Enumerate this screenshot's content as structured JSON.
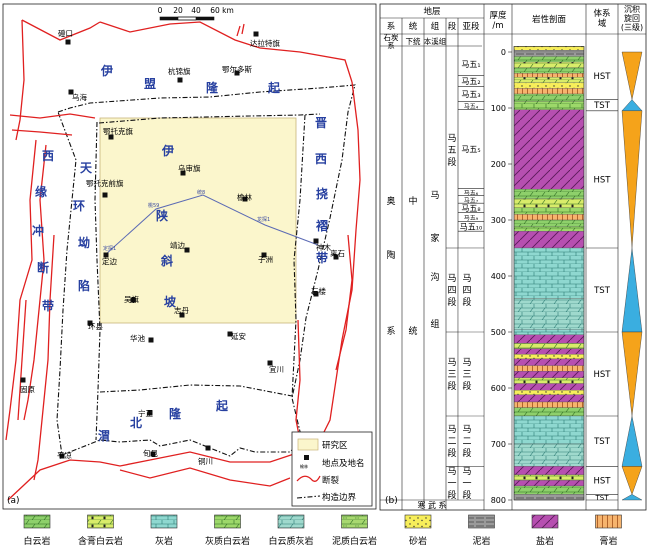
{
  "panel_labels": {
    "a": "(a)",
    "b": "(b)"
  },
  "map": {
    "scale": {
      "ticks": [
        "0",
        "20",
        "40",
        "60 km"
      ]
    },
    "colors": {
      "study_area_fill": "#fbf6cc",
      "fault": "#e02020",
      "boundary": "#111111",
      "region_text": "#2740a0",
      "section_line": "#5b6ab4"
    },
    "regions": [
      {
        "id": "yimeng-uplift",
        "chars": [
          "伊",
          "盟",
          "隆",
          "起"
        ]
      },
      {
        "id": "jinxi-fold-belt",
        "chars": [
          "晋",
          "西",
          "挠",
          "褶",
          "带"
        ]
      },
      {
        "id": "western-thrust",
        "chars": [
          "西",
          "缘",
          "冲",
          "断",
          "带"
        ]
      },
      {
        "id": "tianhuan-depression",
        "chars": [
          "天",
          "环",
          "坳",
          "陷"
        ]
      },
      {
        "id": "yishan-slope",
        "chars": [
          "伊",
          "陕",
          "斜",
          "坡"
        ]
      },
      {
        "id": "weibei-uplift",
        "chars": [
          "渭",
          "北",
          "隆",
          "起"
        ]
      }
    ],
    "places": [
      {
        "name": "磴口"
      },
      {
        "name": "达拉特旗"
      },
      {
        "name": "杭锦旗"
      },
      {
        "name": "鄂尔多斯"
      },
      {
        "name": "乌海"
      },
      {
        "name": "鄂托克旗"
      },
      {
        "name": "乌审旗"
      },
      {
        "name": "鄂托克前旗"
      },
      {
        "name": "榆林"
      },
      {
        "name": "神木"
      },
      {
        "name": "靖边"
      },
      {
        "name": "定边"
      },
      {
        "name": "子洲"
      },
      {
        "name": "离石"
      },
      {
        "name": "石楼"
      },
      {
        "name": "吴旗"
      },
      {
        "name": "志丹"
      },
      {
        "name": "环县"
      },
      {
        "name": "华池"
      },
      {
        "name": "延安"
      },
      {
        "name": "固原"
      },
      {
        "name": "宜川"
      },
      {
        "name": "宁正"
      },
      {
        "name": "平凉"
      },
      {
        "name": "旬邑"
      },
      {
        "name": "铜川"
      }
    ],
    "wells": [
      "定探1",
      "桃59",
      "统8",
      "龙探1"
    ],
    "legend": {
      "study_area": "研究区",
      "place": "地点及地名",
      "place_sample_glyph": "榆林",
      "fault": "断裂",
      "boundary": "构造边界"
    }
  },
  "column": {
    "header": {
      "strata": "地层",
      "system": "系",
      "series": "统",
      "group": "组",
      "member": "段",
      "submember": "亚段",
      "thickness": "厚度/m",
      "lithology": "岩性剖面",
      "system_tract": "体系域",
      "cycle": "沉积旋回(三级)"
    },
    "top_row": {
      "system": "石炭系",
      "series": "下统",
      "group": "本溪组"
    },
    "system_value": [
      "奥",
      "陶",
      "系"
    ],
    "series_value": [
      "中",
      "统"
    ],
    "group_value": [
      "马",
      "家",
      "沟",
      "组"
    ],
    "members": [
      {
        "label": [
          "马",
          "五",
          "段"
        ],
        "top_m": 0,
        "bottom_m": 350
      },
      {
        "label": [
          "马",
          "四",
          "段"
        ],
        "top_m": 350,
        "bottom_m": 500
      },
      {
        "label": [
          "马",
          "三",
          "段"
        ],
        "top_m": 500,
        "bottom_m": 650
      },
      {
        "label": [
          "马",
          "二",
          "段"
        ],
        "top_m": 650,
        "bottom_m": 740
      },
      {
        "label": [
          "马",
          "一",
          "段"
        ],
        "top_m": 740,
        "bottom_m": 800
      }
    ],
    "submembers": [
      {
        "label": "马五₁",
        "top_m": 0,
        "bottom_m": 42
      },
      {
        "label": "马五₂",
        "top_m": 42,
        "bottom_m": 62
      },
      {
        "label": "马五₃",
        "top_m": 62,
        "bottom_m": 88
      },
      {
        "label": "马五₄",
        "top_m": 88,
        "bottom_m": 103
      },
      {
        "label": "马五₅",
        "top_m": 103,
        "bottom_m": 244
      },
      {
        "label": "马五₆",
        "top_m": 244,
        "bottom_m": 256
      },
      {
        "label": "马五₇",
        "top_m": 256,
        "bottom_m": 270
      },
      {
        "label": "马五₈",
        "top_m": 270,
        "bottom_m": 287
      },
      {
        "label": "马五₉",
        "top_m": 287,
        "bottom_m": 303
      },
      {
        "label": "马五₁₀",
        "top_m": 303,
        "bottom_m": 320
      }
    ],
    "depth_ticks": [
      "0",
      "100",
      "200",
      "300",
      "400",
      "500",
      "600",
      "700",
      "800"
    ],
    "depth_range_m": [
      0,
      800
    ],
    "bottom_label": "寒 武 系",
    "system_tracts": [
      {
        "label": "HST",
        "top_m": 0,
        "bottom_m": 85
      },
      {
        "label": "TST",
        "top_m": 85,
        "bottom_m": 105
      },
      {
        "label": "HST",
        "top_m": 105,
        "bottom_m": 350
      },
      {
        "label": "TST",
        "top_m": 350,
        "bottom_m": 500
      },
      {
        "label": "HST",
        "top_m": 500,
        "bottom_m": 650
      },
      {
        "label": "TST",
        "top_m": 650,
        "bottom_m": 740
      },
      {
        "label": "HST",
        "top_m": 740,
        "bottom_m": 790
      },
      {
        "label": "TST",
        "top_m": 790,
        "bottom_m": 800
      }
    ],
    "cycles": [
      {
        "top_m": 0,
        "bottom_m": 105,
        "shape": "hour"
      },
      {
        "top_m": 105,
        "bottom_m": 500,
        "shape": "hour"
      },
      {
        "top_m": 500,
        "bottom_m": 740,
        "shape": "hour"
      },
      {
        "top_m": 740,
        "bottom_m": 800,
        "shape": "hour"
      }
    ],
    "lith_layers": [
      {
        "top_m": -10,
        "bottom_m": -3,
        "lith": "sand"
      },
      {
        "top_m": -3,
        "bottom_m": 0,
        "lith": "mud"
      },
      {
        "top_m": 0,
        "bottom_m": 8,
        "lith": "mud"
      },
      {
        "top_m": 8,
        "bottom_m": 18,
        "lith": "dol"
      },
      {
        "top_m": 18,
        "bottom_m": 28,
        "lith": "gypdol"
      },
      {
        "top_m": 28,
        "bottom_m": 38,
        "lith": "dol"
      },
      {
        "top_m": 38,
        "bottom_m": 45,
        "lith": "gyp"
      },
      {
        "top_m": 45,
        "bottom_m": 55,
        "lith": "gypdol"
      },
      {
        "top_m": 55,
        "bottom_m": 65,
        "lith": "sand"
      },
      {
        "top_m": 65,
        "bottom_m": 75,
        "lith": "gyp"
      },
      {
        "top_m": 75,
        "bottom_m": 88,
        "lith": "dol"
      },
      {
        "top_m": 88,
        "bottom_m": 103,
        "lith": "lmdol"
      },
      {
        "top_m": 103,
        "bottom_m": 245,
        "lith": "salt"
      },
      {
        "top_m": 245,
        "bottom_m": 262,
        "lith": "dol"
      },
      {
        "top_m": 262,
        "bottom_m": 278,
        "lith": "gypdol"
      },
      {
        "top_m": 278,
        "bottom_m": 290,
        "lith": "lmdol"
      },
      {
        "top_m": 290,
        "bottom_m": 300,
        "lith": "gyp"
      },
      {
        "top_m": 300,
        "bottom_m": 312,
        "lith": "dol"
      },
      {
        "top_m": 312,
        "bottom_m": 320,
        "lith": "lmdol"
      },
      {
        "top_m": 320,
        "bottom_m": 350,
        "lith": "salt"
      },
      {
        "top_m": 350,
        "bottom_m": 440,
        "lith": "lime"
      },
      {
        "top_m": 440,
        "bottom_m": 495,
        "lith": "doll"
      },
      {
        "top_m": 495,
        "bottom_m": 505,
        "lith": "lime"
      },
      {
        "top_m": 505,
        "bottom_m": 520,
        "lith": "salt"
      },
      {
        "top_m": 520,
        "bottom_m": 530,
        "lith": "gypdol"
      },
      {
        "top_m": 530,
        "bottom_m": 540,
        "lith": "salt"
      },
      {
        "top_m": 540,
        "bottom_m": 548,
        "lith": "sand"
      },
      {
        "top_m": 548,
        "bottom_m": 560,
        "lith": "salt"
      },
      {
        "top_m": 560,
        "bottom_m": 570,
        "lith": "gyp"
      },
      {
        "top_m": 570,
        "bottom_m": 582,
        "lith": "salt"
      },
      {
        "top_m": 582,
        "bottom_m": 592,
        "lith": "gypdol"
      },
      {
        "top_m": 592,
        "bottom_m": 604,
        "lith": "salt"
      },
      {
        "top_m": 604,
        "bottom_m": 612,
        "lith": "sand"
      },
      {
        "top_m": 612,
        "bottom_m": 625,
        "lith": "salt"
      },
      {
        "top_m": 625,
        "bottom_m": 635,
        "lith": "gyp"
      },
      {
        "top_m": 635,
        "bottom_m": 650,
        "lith": "dol"
      },
      {
        "top_m": 650,
        "bottom_m": 700,
        "lith": "lime"
      },
      {
        "top_m": 700,
        "bottom_m": 740,
        "lith": "doll"
      },
      {
        "top_m": 740,
        "bottom_m": 755,
        "lith": "salt"
      },
      {
        "top_m": 755,
        "bottom_m": 765,
        "lith": "gypdol"
      },
      {
        "top_m": 765,
        "bottom_m": 775,
        "lith": "salt"
      },
      {
        "top_m": 775,
        "bottom_m": 790,
        "lith": "dol"
      },
      {
        "top_m": 790,
        "bottom_m": 800,
        "lith": "mud"
      }
    ]
  },
  "lithology_legend": [
    {
      "key": "dol",
      "label": "白云岩"
    },
    {
      "key": "gypdol",
      "label": "含膏白云岩"
    },
    {
      "key": "lime",
      "label": "灰岩"
    },
    {
      "key": "lmdol",
      "label": "灰质白云岩"
    },
    {
      "key": "doll",
      "label": "白云质灰岩"
    },
    {
      "key": "mudol",
      "label": "泥质白云岩"
    },
    {
      "key": "sand",
      "label": "砂岩"
    },
    {
      "key": "mud",
      "label": "泥岩"
    },
    {
      "key": "salt",
      "label": "盐岩"
    },
    {
      "key": "gyp",
      "label": "膏岩"
    }
  ]
}
